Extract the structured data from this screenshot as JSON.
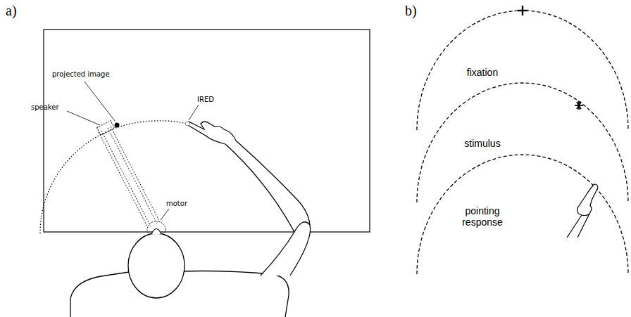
{
  "diagram": {
    "labels": [
      "a)",
      "b)",
      "projected image",
      "speaker",
      "IRED",
      "motor",
      "fixation",
      "stimulus",
      "pointing response"
    ]
  }
}
